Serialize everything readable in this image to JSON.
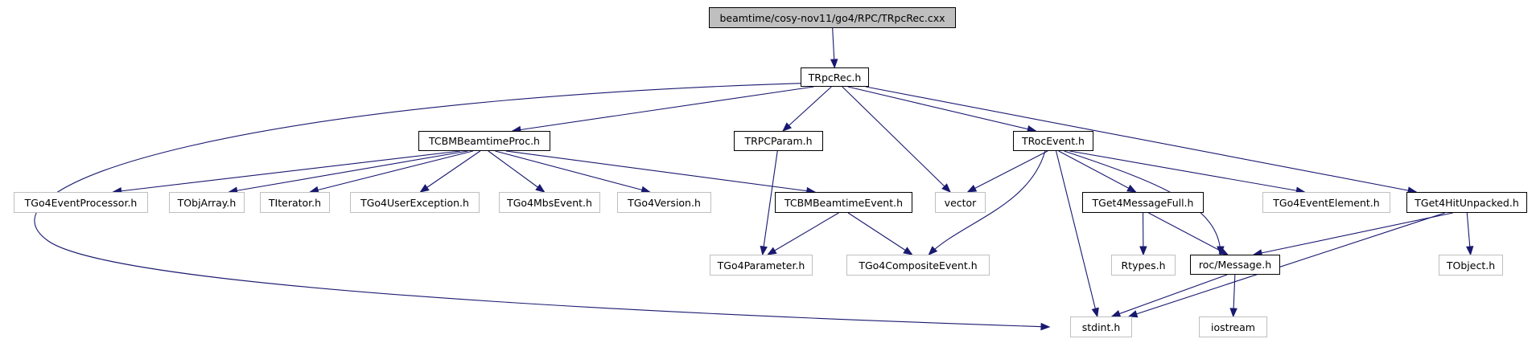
{
  "colors": {
    "edge": "#191970",
    "root_fill": "#bfbfbf",
    "solid_border": "#000000",
    "ghost_border": "#bfbfbf"
  },
  "nodes": [
    {
      "id": "root",
      "label": "beamtime/cosy-nov11/go4/RPC/TRpcRec.cxx",
      "style": "root"
    },
    {
      "id": "trpcrec",
      "label": "TRpcRec.h",
      "style": "solid"
    },
    {
      "id": "tcbmproc",
      "label": "TCBMBeamtimeProc.h",
      "style": "solid"
    },
    {
      "id": "trpcparam",
      "label": "TRPCParam.h",
      "style": "solid"
    },
    {
      "id": "trocevent",
      "label": "TRocEvent.h",
      "style": "solid"
    },
    {
      "id": "tget4hit",
      "label": "TGet4HitUnpacked.h",
      "style": "solid"
    },
    {
      "id": "tgo4evproc",
      "label": "TGo4EventProcessor.h",
      "style": "ghost"
    },
    {
      "id": "tobjarray",
      "label": "TObjArray.h",
      "style": "ghost"
    },
    {
      "id": "titerator",
      "label": "TIterator.h",
      "style": "ghost"
    },
    {
      "id": "tgo4userexc",
      "label": "TGo4UserException.h",
      "style": "ghost"
    },
    {
      "id": "tgo4mbs",
      "label": "TGo4MbsEvent.h",
      "style": "ghost"
    },
    {
      "id": "tgo4version",
      "label": "TGo4Version.h",
      "style": "ghost"
    },
    {
      "id": "tcbmevent",
      "label": "TCBMBeamtimeEvent.h",
      "style": "solid"
    },
    {
      "id": "vector",
      "label": "vector",
      "style": "ghost"
    },
    {
      "id": "tget4full",
      "label": "TGet4MessageFull.h",
      "style": "solid"
    },
    {
      "id": "tgo4evelem",
      "label": "TGo4EventElement.h",
      "style": "ghost"
    },
    {
      "id": "tgo4param",
      "label": "TGo4Parameter.h",
      "style": "ghost"
    },
    {
      "id": "tgo4comp",
      "label": "TGo4CompositeEvent.h",
      "style": "ghost"
    },
    {
      "id": "rtypes",
      "label": "Rtypes.h",
      "style": "ghost"
    },
    {
      "id": "rocmsg",
      "label": "roc/Message.h",
      "style": "solid"
    },
    {
      "id": "tobject",
      "label": "TObject.h",
      "style": "ghost"
    },
    {
      "id": "stdint",
      "label": "stdint.h",
      "style": "ghost"
    },
    {
      "id": "iostream",
      "label": "iostream",
      "style": "ghost"
    }
  ],
  "edges": [
    {
      "from": "root",
      "to": "trpcrec"
    },
    {
      "from": "trpcrec",
      "to": "stdint"
    },
    {
      "from": "trpcrec",
      "to": "tcbmproc"
    },
    {
      "from": "trpcrec",
      "to": "trpcparam"
    },
    {
      "from": "trpcrec",
      "to": "vector"
    },
    {
      "from": "trpcrec",
      "to": "trocevent"
    },
    {
      "from": "trpcrec",
      "to": "tget4hit"
    },
    {
      "from": "tcbmproc",
      "to": "tgo4evproc"
    },
    {
      "from": "tcbmproc",
      "to": "tobjarray"
    },
    {
      "from": "tcbmproc",
      "to": "titerator"
    },
    {
      "from": "tcbmproc",
      "to": "tgo4userexc"
    },
    {
      "from": "tcbmproc",
      "to": "tgo4mbs"
    },
    {
      "from": "tcbmproc",
      "to": "tgo4version"
    },
    {
      "from": "tcbmproc",
      "to": "tcbmevent"
    },
    {
      "from": "trpcparam",
      "to": "tgo4param"
    },
    {
      "from": "tcbmevent",
      "to": "tgo4param"
    },
    {
      "from": "tcbmevent",
      "to": "tgo4comp"
    },
    {
      "from": "trocevent",
      "to": "vector"
    },
    {
      "from": "trocevent",
      "to": "tgo4comp"
    },
    {
      "from": "trocevent",
      "to": "stdint"
    },
    {
      "from": "trocevent",
      "to": "tget4full"
    },
    {
      "from": "trocevent",
      "to": "rocmsg"
    },
    {
      "from": "trocevent",
      "to": "tgo4evelem"
    },
    {
      "from": "tget4full",
      "to": "rtypes"
    },
    {
      "from": "tget4full",
      "to": "rocmsg"
    },
    {
      "from": "tget4hit",
      "to": "rocmsg"
    },
    {
      "from": "tget4hit",
      "to": "stdint"
    },
    {
      "from": "tget4hit",
      "to": "tobject"
    },
    {
      "from": "rocmsg",
      "to": "stdint"
    },
    {
      "from": "rocmsg",
      "to": "iostream"
    }
  ]
}
